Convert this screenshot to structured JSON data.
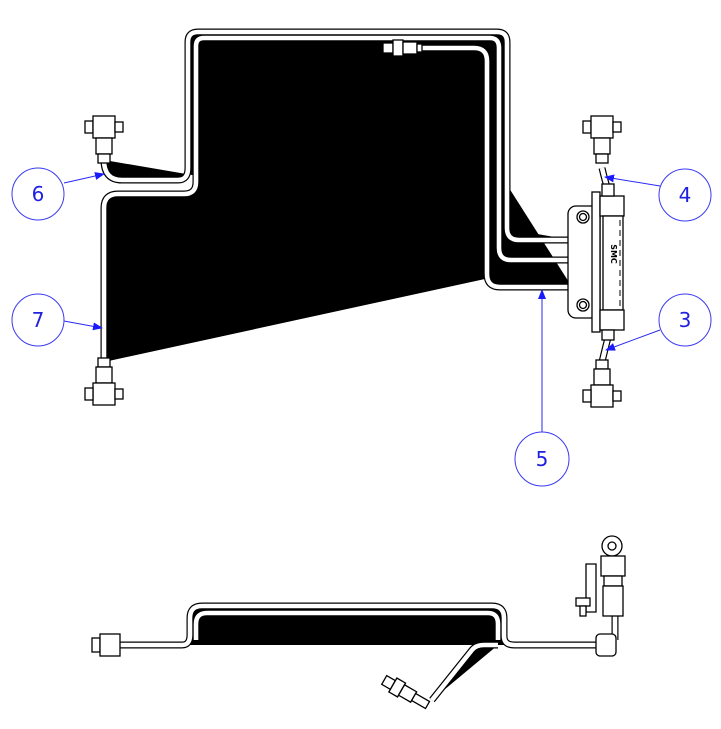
{
  "drawing": {
    "balloons": [
      {
        "id": "3",
        "label": "3"
      },
      {
        "id": "4",
        "label": "4"
      },
      {
        "id": "5",
        "label": "5"
      },
      {
        "id": "6",
        "label": "6"
      },
      {
        "id": "7",
        "label": "7"
      }
    ],
    "manifold_marking": "SMC",
    "colors": {
      "line": "#000000",
      "callout": "#2a2af0"
    }
  }
}
